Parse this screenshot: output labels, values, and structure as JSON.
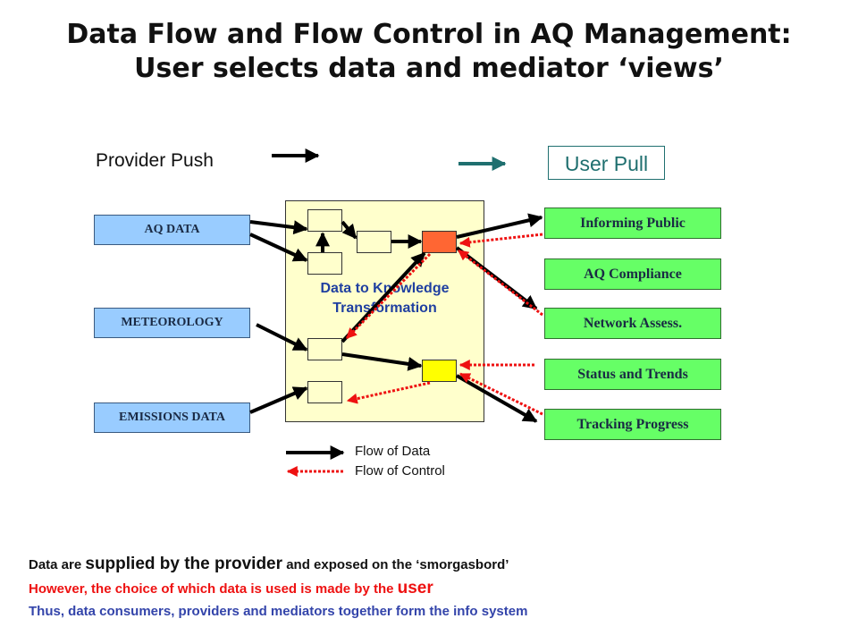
{
  "title": {
    "line1": "Data Flow and Flow Control in AQ Management:",
    "line2": "User selects data and mediator ‘views’"
  },
  "key": {
    "provider_push": "Provider Push",
    "user_pull": "User Pull"
  },
  "sources": [
    "AQ DATA",
    "METEOROLOGY",
    "EMISSIONS DATA"
  ],
  "transformation": {
    "label_line1": "Data to Knowledge",
    "label_line2": "Transformation"
  },
  "destinations": [
    "Informing Public",
    "AQ Compliance",
    "Network Assess.",
    "Status and Trends",
    "Tracking Progress"
  ],
  "legend": {
    "data": "Flow of Data",
    "control": "Flow of Control"
  },
  "notes": {
    "line1_a": "Data are ",
    "line1_b": "supplied by the provider",
    "line1_c": " and exposed on the ‘smorgasbord’",
    "line2_a": "However, the choice of which data is used is made by the ",
    "line2_b": "user",
    "line3": "Thus, data consumers, providers and mediators together form the info system"
  },
  "colors": {
    "source_fill": "#99ccff",
    "destination_fill": "#66ff66",
    "panel_fill": "#ffffcc",
    "control_arrow": "#ee1111",
    "data_arrow": "#000000",
    "user_pull_arrow": "#1f6f6f",
    "panel_text": "#1f3fa0",
    "note_red": "#ee1111",
    "note_blue": "#3344aa"
  }
}
